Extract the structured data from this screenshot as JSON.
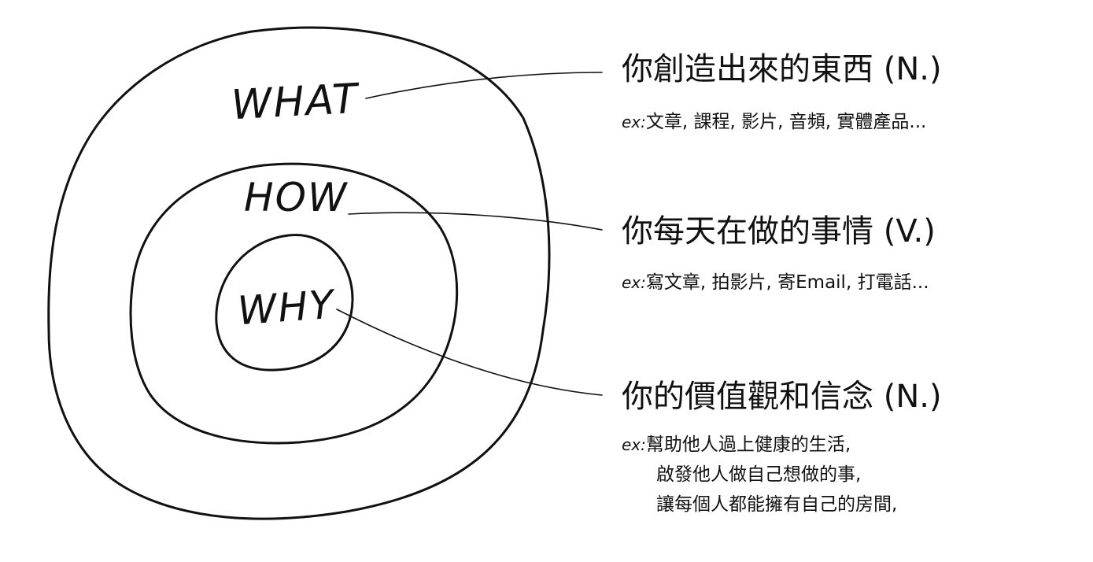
{
  "rings": [
    {
      "id": "what",
      "label": "WHAT",
      "title": "你創造出來的東西 (N.)",
      "example_prefix": "ex:",
      "example_lines": [
        "文章, 課程, 影片, 音頻, 實體產品..."
      ]
    },
    {
      "id": "how",
      "label": "HOW",
      "title": "你每天在做的事情 (V.)",
      "example_prefix": "ex:",
      "example_lines": [
        "寫文章, 拍影片, 寄Email, 打電話..."
      ]
    },
    {
      "id": "why",
      "label": "WHY",
      "title": "你的價值觀和信念 (N.)",
      "example_prefix": "ex:",
      "example_lines": [
        "幫助他人過上健康的生活,",
        "啟發他人做自己想做的事,",
        "讓每個人都能擁有自己的房間,"
      ]
    }
  ],
  "colors": {
    "stroke": "#111111",
    "background": "#ffffff"
  }
}
